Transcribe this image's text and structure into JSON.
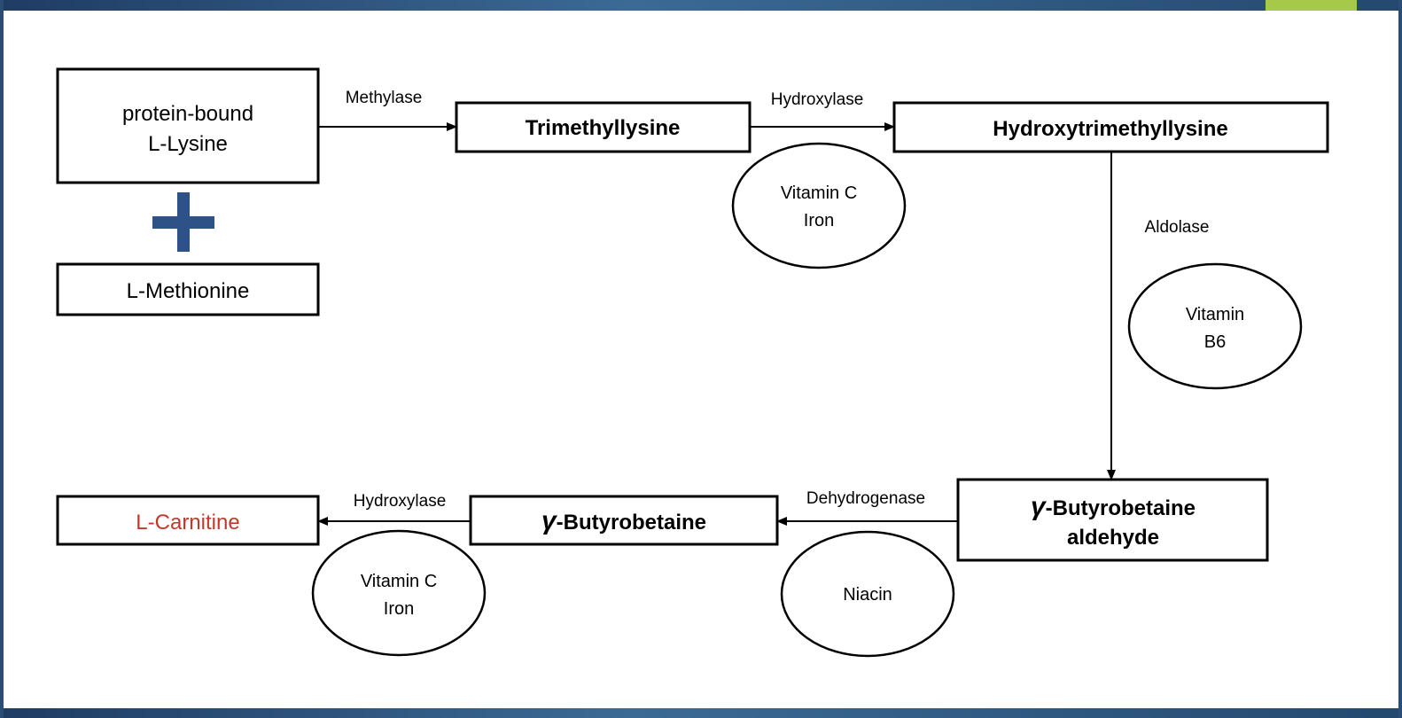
{
  "compounds": {
    "lysine_line1": "protein-bound",
    "lysine_line2": "L-Lysine",
    "methionine": "L-Methionine",
    "trimethyllysine": "Trimethyllysine",
    "hydroxytrimethyllysine": "Hydroxytrimethyllysine",
    "aldehyde_line1": "-Butyrobetaine",
    "aldehyde_line2": "aldehyde",
    "butyrobetaine": "-Butyrobetaine",
    "gamma": "γ",
    "carnitine": "L-Carnitine"
  },
  "enzymes": {
    "methylase": "Methylase",
    "hydroxylase_1": "Hydroxylase",
    "aldolase": "Aldolase",
    "dehydrogenase": "Dehydrogenase",
    "hydroxylase_2": "Hydroxylase"
  },
  "cofactors": {
    "vitc_iron_1_line1": "Vitamin C",
    "vitc_iron_1_line2": "Iron",
    "b6_line1": "Vitamin",
    "b6_line2": "B6",
    "niacin": "Niacin",
    "vitc_iron_2_line1": "Vitamin C",
    "vitc_iron_2_line2": "Iron"
  },
  "colors": {
    "plus_sign": "#2d5287",
    "carnitine_text": "#c0392b",
    "accent": "#a6c94a"
  },
  "icons": {
    "plus": "plus-icon"
  }
}
